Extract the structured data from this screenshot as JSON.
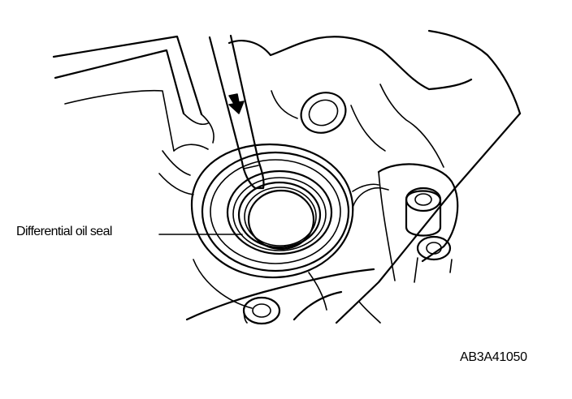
{
  "diagram": {
    "callout_label": "Differential oil seal",
    "figure_code": "AB3A41050",
    "line_color": "#000000",
    "background_color": "#ffffff",
    "icons": [
      "screwdriver",
      "direction-arrow"
    ]
  }
}
